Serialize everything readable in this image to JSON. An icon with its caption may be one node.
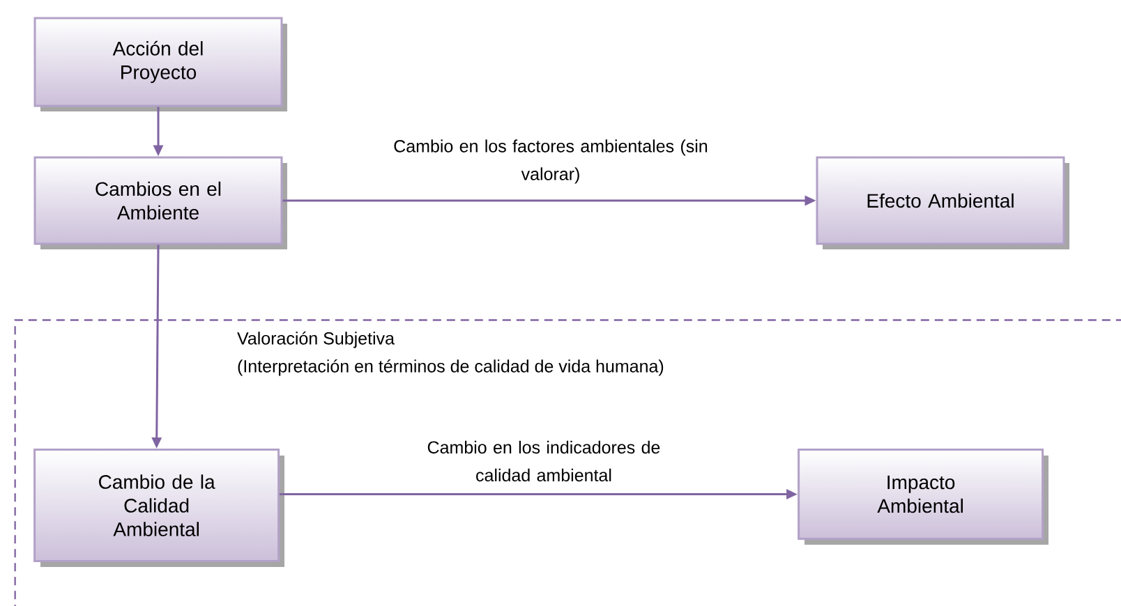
{
  "diagram": {
    "nodes": [
      {
        "text": [
          "Acción del Proyecto"
        ]
      },
      {
        "text": [
          "Cambios en el Ambiente"
        ]
      },
      {
        "text": [
          "Efecto Ambiental"
        ]
      },
      {
        "text": [
          "Valoración Subjetiva",
          "(Interpretación en términos de calidad de vida humana)"
        ]
      },
      {
        "text": [
          "Cambio de la Calidad Ambiental"
        ],
        "in": 3
      },
      {
        "text": [
          "Impacto Ambiental"
        ],
        "in": 3
      }
    ],
    "edges": [
      {
        "from": 0,
        "to": 1,
        "arrow": "to"
      },
      {
        "from": 1,
        "to": 2,
        "arrow": "to",
        "label": "Cambio en los factores ambientales (sin valorar)"
      },
      {
        "from": 1,
        "to": 4,
        "arrow": "to"
      },
      {
        "from": 4,
        "to": 5,
        "arrow": "to",
        "label": "Cambio en los indicadores de calidad ambiental"
      }
    ]
  }
}
